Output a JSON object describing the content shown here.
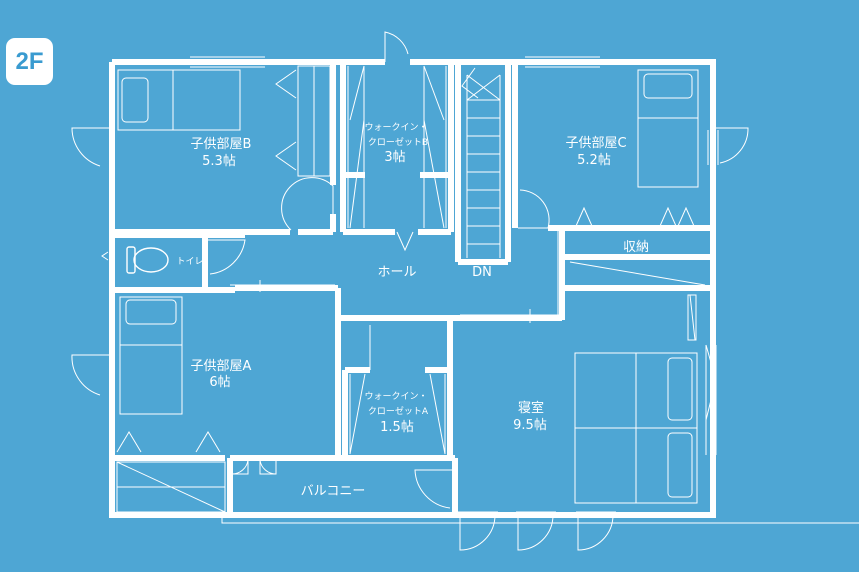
{
  "floor_label": "2F",
  "rooms": {
    "child_b": {
      "name": "子供部屋B",
      "size": "5.3帖"
    },
    "wic_b": {
      "name_line1": "ウォークイン・",
      "name_line2": "クローゼットB",
      "size": "3帖"
    },
    "child_c": {
      "name": "子供部屋C",
      "size": "5.2帖"
    },
    "toilet": {
      "name": "トイレ"
    },
    "hall": {
      "name": "ホール"
    },
    "stairs": {
      "name": "DN"
    },
    "storage": {
      "name": "収納"
    },
    "child_a": {
      "name": "子供部屋A",
      "size": "6帖"
    },
    "wic_a": {
      "name_line1": "ウォークイン・",
      "name_line2": "クローゼットA",
      "size": "1.5帖"
    },
    "bedroom": {
      "name": "寝室",
      "size": "9.5帖"
    },
    "balcony": {
      "name": "バルコニー"
    }
  },
  "colors": {
    "background": "#4ea6d4",
    "line": "#ffffff",
    "badge_text": "#3a9bd0"
  }
}
